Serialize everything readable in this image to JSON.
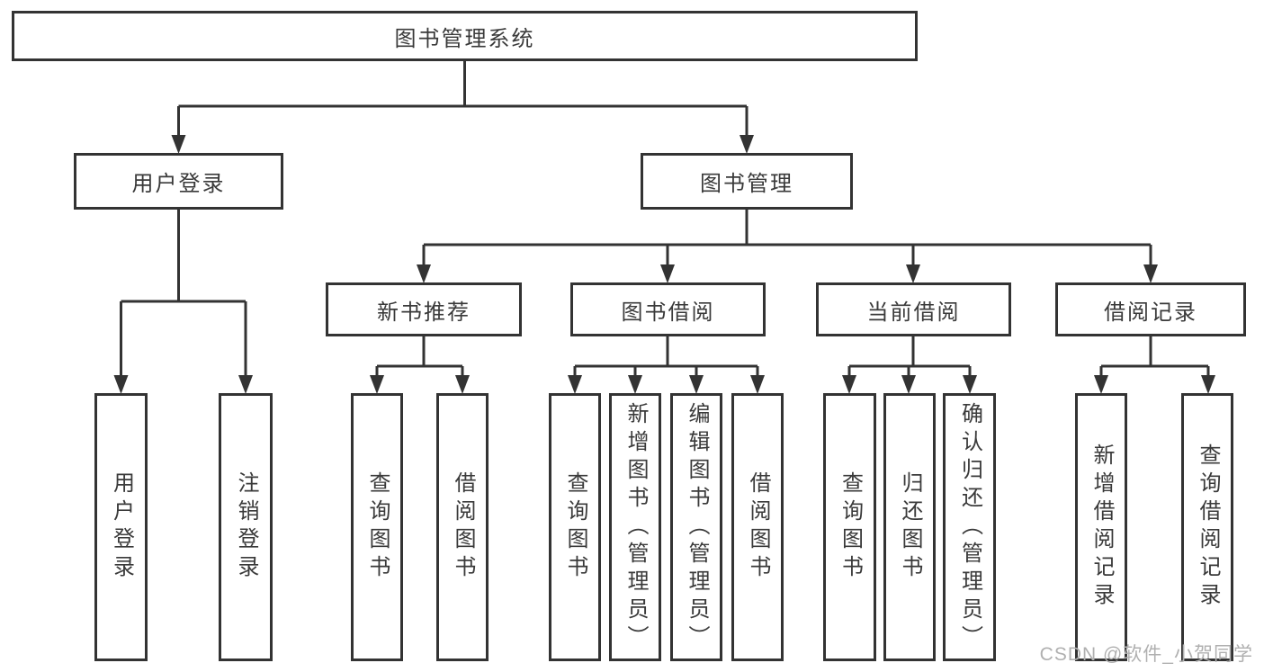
{
  "tree": {
    "label": "图书管理系统",
    "children": [
      {
        "label": "用户登录",
        "children": [
          {
            "label": "用户登录"
          },
          {
            "label": "注销登录"
          }
        ]
      },
      {
        "label": "图书管理",
        "children": [
          {
            "label": "新书推荐",
            "children": [
              {
                "label": "查询图书"
              },
              {
                "label": "借阅图书"
              }
            ]
          },
          {
            "label": "图书借阅",
            "children": [
              {
                "label": "查询图书"
              },
              {
                "label": "新增图书（管理员）"
              },
              {
                "label": "编辑图书（管理员）"
              },
              {
                "label": "借阅图书"
              }
            ]
          },
          {
            "label": "当前借阅",
            "children": [
              {
                "label": "查询图书"
              },
              {
                "label": "归还图书"
              },
              {
                "label": "确认归还（管理员）"
              }
            ]
          },
          {
            "label": "借阅记录",
            "children": [
              {
                "label": "新增借阅记录"
              },
              {
                "label": "查询借阅记录"
              }
            ]
          }
        ]
      }
    ]
  },
  "watermark": {
    "text": "CSDN @软件_小贺同学"
  },
  "colors": {
    "line": "#333333",
    "text": "#3a3a3a",
    "watermark": "#b0b0b0",
    "background": "#ffffff"
  }
}
